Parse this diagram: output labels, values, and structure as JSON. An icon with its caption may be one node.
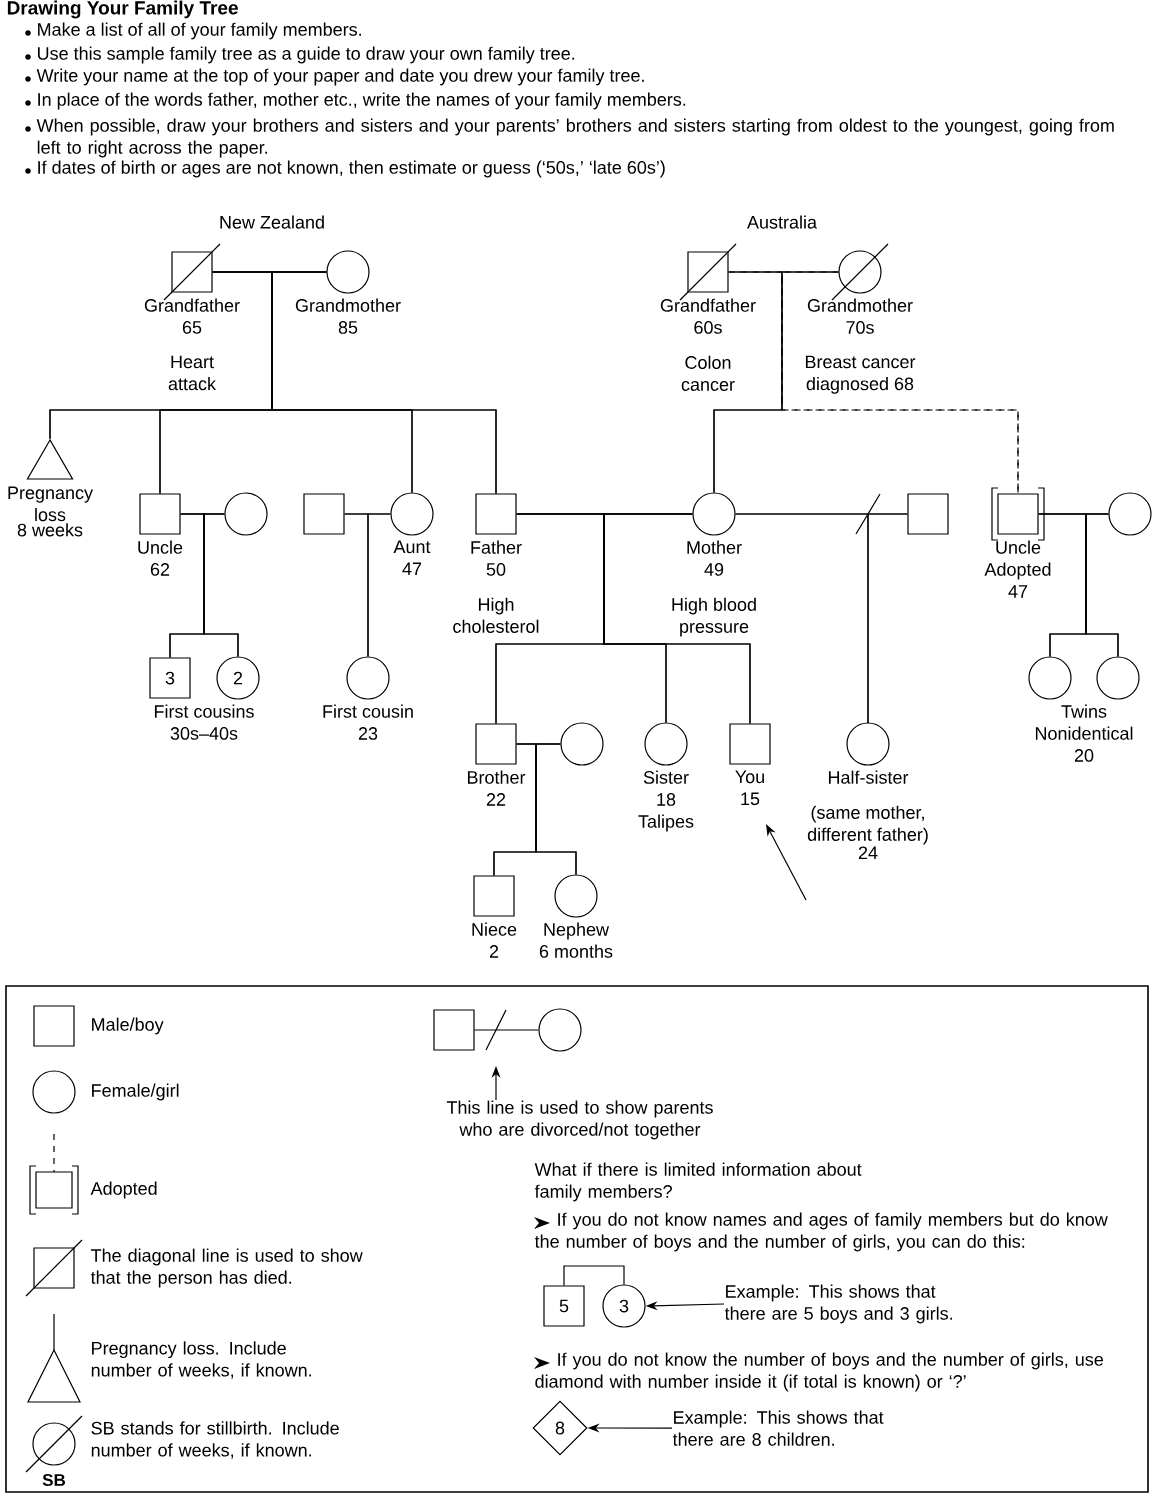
{
  "diagram": {
    "title": "Drawing Your Family Tree",
    "nodes": [
      {
        "text": [],
        "shape": "box",
        "beside": [
          "Grandfather",
          "65",
          "Heart attack"
        ]
      },
      {
        "text": [],
        "shape": "circle",
        "beside": [
          "Grandmother",
          "85"
        ]
      },
      {
        "text": [],
        "shape": "box",
        "beside": [
          "Grandfather",
          "60s",
          "Colon cancer"
        ]
      },
      {
        "text": [],
        "shape": "circle",
        "beside": [
          "Grandmother",
          "70s",
          "Breast cancer diagnosed 68"
        ]
      },
      {
        "text": [],
        "shape": "triangle",
        "beside": [
          "Pregnancy loss",
          "8 weeks"
        ]
      },
      {
        "text": [],
        "shape": "box",
        "beside": [
          "Uncle",
          "62"
        ]
      },
      {
        "text": [],
        "shape": "circle"
      },
      {
        "text": [],
        "shape": "box"
      },
      {
        "text": [],
        "shape": "circle",
        "beside": [
          "Aunt",
          "47"
        ]
      },
      {
        "text": [],
        "shape": "box",
        "beside": [
          "Father",
          "50",
          "High cholesterol"
        ]
      },
      {
        "text": [],
        "shape": "circle",
        "beside": [
          "Mother",
          "49",
          "High blood pressure"
        ]
      },
      {
        "text": [],
        "shape": "box"
      },
      {
        "text": [],
        "shape": "box",
        "beside": [
          "Uncle",
          "Adopted",
          "47"
        ]
      },
      {
        "text": [],
        "shape": "circle"
      },
      {
        "text": [
          "3"
        ],
        "beside": [
          "First cousins",
          "30s–40s"
        ]
      },
      {
        "text": [
          "2"
        ]
      },
      {
        "text": [],
        "shape": "circle",
        "beside": [
          "First cousin",
          "23"
        ]
      },
      {
        "text": [],
        "shape": "box",
        "beside": [
          "Brother",
          "22"
        ]
      },
      {
        "text": [],
        "shape": "circle"
      },
      {
        "text": [],
        "shape": "circle",
        "beside": [
          "Sister",
          "18",
          "Talipes"
        ]
      },
      {
        "text": [],
        "shape": "box",
        "beside": [
          "You",
          "15"
        ]
      },
      {
        "text": [],
        "shape": "circle",
        "beside": [
          "Half-sister",
          "(same mother, different father)",
          "24"
        ]
      },
      {
        "text": [],
        "shape": "circle",
        "beside": [
          "Twins",
          "Nonidentical",
          "20"
        ]
      },
      {
        "text": [],
        "shape": "circle"
      },
      {
        "text": [],
        "shape": "box",
        "beside": [
          "Niece",
          "2"
        ]
      },
      {
        "text": [],
        "shape": "circle",
        "beside": [
          "Nephew",
          "6 months"
        ]
      },
      {
        "text": [],
        "shape": "box"
      },
      {
        "text": [],
        "shape": "circle"
      },
      {
        "text": [
          "This line is used to show parents who are divorced/not together"
        ]
      },
      {
        "text": [
          "5"
        ]
      },
      {
        "text": [
          "3"
        ]
      },
      {
        "text": [
          "Example: This shows that there are 5 boys and 3 girls."
        ]
      },
      {
        "text": [
          "8"
        ]
      },
      {
        "text": [
          "Example: This shows that there are 8 children."
        ]
      }
    ],
    "edges": [
      {
        "from": 0,
        "to": 1,
        "arrow": "none"
      },
      {
        "from": 0,
        "to": 4,
        "arrow": "none"
      },
      {
        "from": 1,
        "to": 4,
        "arrow": "none"
      },
      {
        "from": 0,
        "to": 5,
        "arrow": "none"
      },
      {
        "from": 1,
        "to": 5,
        "arrow": "none"
      },
      {
        "from": 0,
        "to": 8,
        "arrow": "none"
      },
      {
        "from": 1,
        "to": 8,
        "arrow": "none"
      },
      {
        "from": 0,
        "to": 9,
        "arrow": "none"
      },
      {
        "from": 1,
        "to": 9,
        "arrow": "none"
      },
      {
        "from": 2,
        "to": 3,
        "arrow": "none"
      },
      {
        "from": 2,
        "to": 10,
        "arrow": "none"
      },
      {
        "from": 3,
        "to": 10,
        "arrow": "none"
      },
      {
        "from": 2,
        "to": 12,
        "arrow": "none",
        "style": "dashed"
      },
      {
        "from": 3,
        "to": 12,
        "arrow": "none",
        "style": "dashed"
      },
      {
        "from": 5,
        "to": 6,
        "arrow": "none"
      },
      {
        "from": 7,
        "to": 8,
        "arrow": "none"
      },
      {
        "from": 9,
        "to": 10,
        "arrow": "none"
      },
      {
        "from": 10,
        "to": 11,
        "arrow": "none"
      },
      {
        "from": 12,
        "to": 13,
        "arrow": "none"
      },
      {
        "from": 5,
        "to": 14,
        "arrow": "none"
      },
      {
        "from": 6,
        "to": 14,
        "arrow": "none"
      },
      {
        "from": 5,
        "to": 15,
        "arrow": "none"
      },
      {
        "from": 6,
        "to": 15,
        "arrow": "none"
      },
      {
        "from": 7,
        "to": 16,
        "arrow": "none"
      },
      {
        "from": 8,
        "to": 16,
        "arrow": "none"
      },
      {
        "from": 9,
        "to": 17,
        "arrow": "none"
      },
      {
        "from": 10,
        "to": 17,
        "arrow": "none"
      },
      {
        "from": 9,
        "to": 19,
        "arrow": "none"
      },
      {
        "from": 10,
        "to": 19,
        "arrow": "none"
      },
      {
        "from": 9,
        "to": 20,
        "arrow": "none"
      },
      {
        "from": 10,
        "to": 20,
        "arrow": "none"
      },
      {
        "from": 10,
        "to": 21,
        "arrow": "none"
      },
      {
        "from": 11,
        "to": 21,
        "arrow": "none"
      },
      {
        "from": 12,
        "to": 22,
        "arrow": "none"
      },
      {
        "from": 13,
        "to": 22,
        "arrow": "none"
      },
      {
        "from": 12,
        "to": 23,
        "arrow": "none"
      },
      {
        "from": 13,
        "to": 23,
        "arrow": "none"
      },
      {
        "from": 17,
        "to": 18,
        "arrow": "none"
      },
      {
        "from": 17,
        "to": 24,
        "arrow": "none"
      },
      {
        "from": 18,
        "to": 24,
        "arrow": "none"
      },
      {
        "from": 17,
        "to": 25,
        "arrow": "none"
      },
      {
        "from": 18,
        "to": 25,
        "arrow": "none"
      },
      {
        "from": null,
        "to": 20,
        "arrow": "to"
      },
      {
        "from": 26,
        "to": 27,
        "arrow": "none"
      },
      {
        "from": 28,
        "to": null,
        "arrow": "to"
      },
      {
        "from": 29,
        "to": 30,
        "arrow": "none"
      },
      {
        "from": 31,
        "to": 30,
        "arrow": "to"
      },
      {
        "from": 33,
        "to": 32,
        "arrow": "to"
      }
    ],
    "labels": [
      "Make a list of all of your family members.",
      "Use this sample family tree as a guide to draw your own family tree.",
      "Write your name at the top of your paper and date you drew your family tree.",
      "In place of the words father, mother etc., write the names of your family members.",
      "When possible, draw your brothers and sisters and your parents’ brothers and sisters starting from oldest to the youngest, going from left to right across the paper.",
      "If dates of birth or ages are not known, then estimate or guess (‘50s,’ ‘late 60s’)",
      "New Zealand",
      "Australia",
      "SB",
      "What if there is limited information about family members?",
      "If you do not know names and ages of family members but do know the number of boys and the number of girls, you can do this:",
      "If you do not know the number of boys and the number of girls, use diamond with number inside it (if total is known) or ‘?’"
    ],
    "legend": [
      {
        "text": "Male/boy"
      },
      {
        "text": "Female/girl"
      },
      {
        "text": "Adopted"
      },
      {
        "text": "The diagonal line is used to show that the person has died."
      },
      {
        "text": "Pregnancy loss. Include number of weeks, if known."
      },
      {
        "text": "SB stands for stillbirth. Include number of weeks, if known."
      }
    ]
  }
}
